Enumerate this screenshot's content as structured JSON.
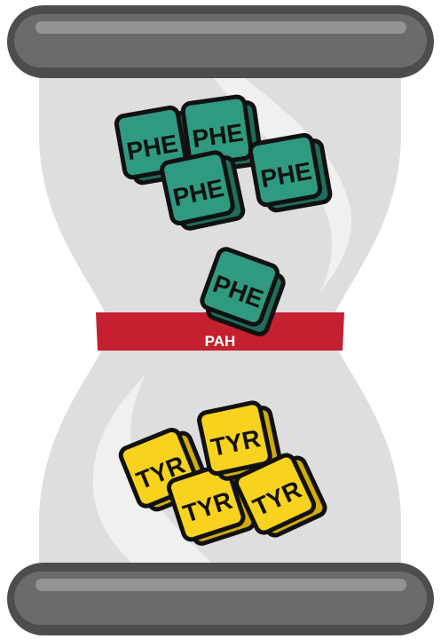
{
  "colors": {
    "cap_dark": "#4d4d4d",
    "cap_mid": "#6b6b6b",
    "cap_highlight": "#9a9a9a",
    "glass": "#dedede",
    "glass_shine": "#f2f2f2",
    "band": "#c4202f",
    "phe_face": "#2f9a80",
    "phe_side": "#1f6d5a",
    "tyr_face": "#f7d21e",
    "tyr_side": "#d1ac0a",
    "outline": "#111111",
    "band_text": "#ffffff"
  },
  "band_label": "PAH",
  "phe_blocks": [
    {
      "label": "PHE"
    },
    {
      "label": "PHE"
    },
    {
      "label": "PHE"
    },
    {
      "label": "PHE"
    },
    {
      "label": "PHE"
    }
  ],
  "tyr_blocks": [
    {
      "label": "TYR"
    },
    {
      "label": "TYR"
    },
    {
      "label": "TYR"
    },
    {
      "label": "TYR"
    }
  ]
}
